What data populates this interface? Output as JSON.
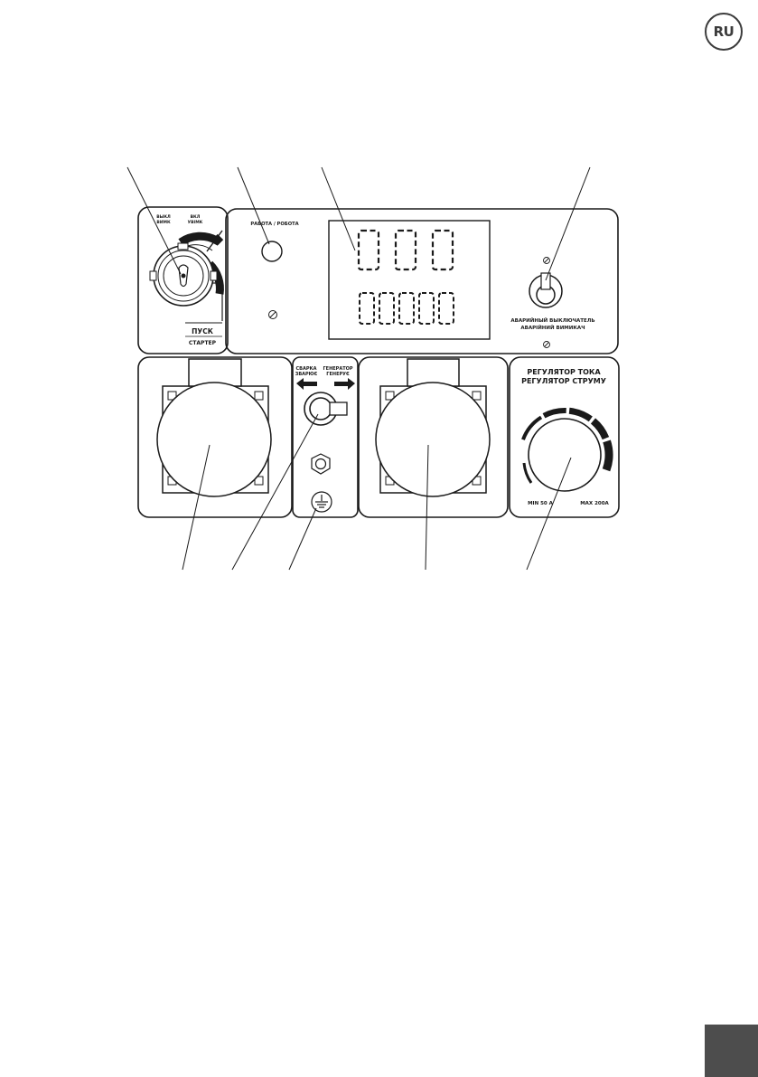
{
  "badge": {
    "language": "RU"
  },
  "panel": {
    "key_switch": {
      "off_label_ru": "ВЫКЛ",
      "off_label_ua": "ВИМК",
      "on_label_ru": "ВКЛ",
      "on_label_ua": "УВІМК",
      "start_label": "ПУСК",
      "starter_label": "СТАРТЕР"
    },
    "run_indicator": {
      "label": "РАБОТА / РОБОТА"
    },
    "display": {
      "top_digits": "000",
      "bottom_digits": "00000"
    },
    "emergency_switch": {
      "label_ru": "АВАРИЙНЫЙ ВЫКЛЮЧАТЕЛЬ",
      "label_ua": "АВАРІЙНИЙ ВИМИКАЧ"
    },
    "mode_selector": {
      "weld_label_ru": "СВАРКА",
      "weld_label_ua": "ЗВАРЮЄ",
      "gen_label_ru": "ГЕНЕРАТОР",
      "gen_label_ua": "ГЕНЕРУЄ"
    },
    "current_regulator": {
      "title_ru": "РЕГУЛЯТОР ТОКА",
      "title_ua": "РЕГУЛЯТОР СТРУМУ",
      "min_label": "MIN 50 A",
      "max_label": "MAX 200A"
    }
  },
  "colors": {
    "ink": "#1a1a1a",
    "tab": "#4d4d4d",
    "badge": "#3c3c3c"
  }
}
